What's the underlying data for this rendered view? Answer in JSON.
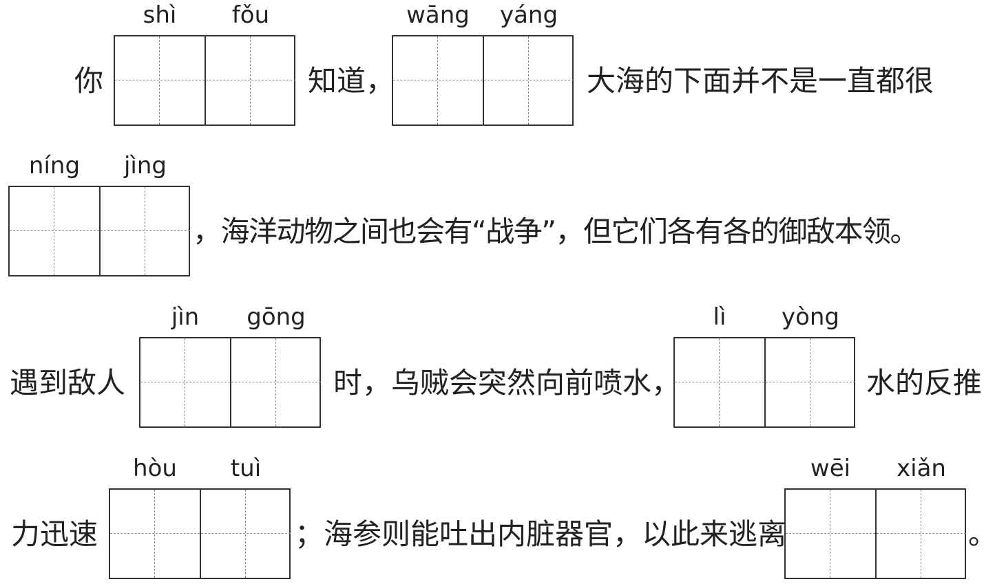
{
  "rows": [
    {
      "segments": [
        "你",
        "知道，",
        "大海的下面并不是一直都很"
      ],
      "blanks": [
        {
          "pinyin": [
            "shì",
            "fǒu"
          ]
        },
        {
          "pinyin": [
            "wāng",
            "yáng"
          ]
        }
      ]
    },
    {
      "segments": [
        "，海洋动物之间也会有“战争”，但它们各有各的御敌本领。"
      ],
      "blanks": [
        {
          "pinyin": [
            "níng",
            "jìng"
          ]
        }
      ]
    },
    {
      "segments": [
        "遇到敌人",
        "时，乌贼会突然向前喷水，",
        "水的反推"
      ],
      "blanks": [
        {
          "pinyin": [
            "jìn",
            "gōng"
          ]
        },
        {
          "pinyin": [
            "lì",
            "yòng"
          ]
        }
      ]
    },
    {
      "segments": [
        "力迅速",
        "；海参则能吐出内脏器官，以此来逃离",
        "。"
      ],
      "blanks": [
        {
          "pinyin": [
            "hòu",
            "tuì"
          ]
        },
        {
          "pinyin": [
            "wēi",
            "xiǎn"
          ]
        }
      ]
    }
  ]
}
